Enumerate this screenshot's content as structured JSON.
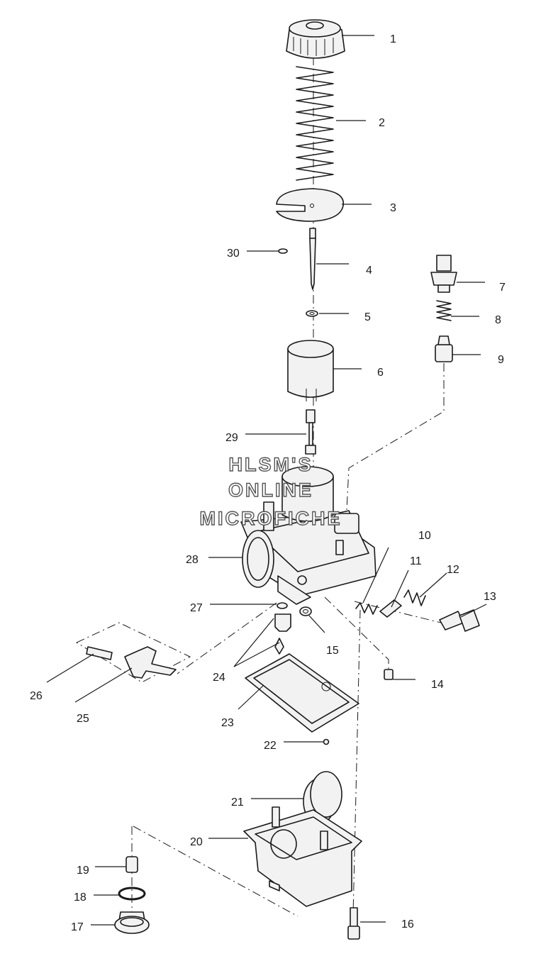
{
  "diagram": {
    "watermark": [
      "HLSM'S",
      "ONLINE",
      "MICROFICHE"
    ],
    "callouts": [
      "1",
      "2",
      "3",
      "4",
      "5",
      "6",
      "7",
      "8",
      "9",
      "10",
      "11",
      "12",
      "13",
      "14",
      "15",
      "16",
      "17",
      "18",
      "19",
      "20",
      "21",
      "22",
      "23",
      "24",
      "25",
      "26",
      "27",
      "28",
      "29",
      "30"
    ]
  }
}
